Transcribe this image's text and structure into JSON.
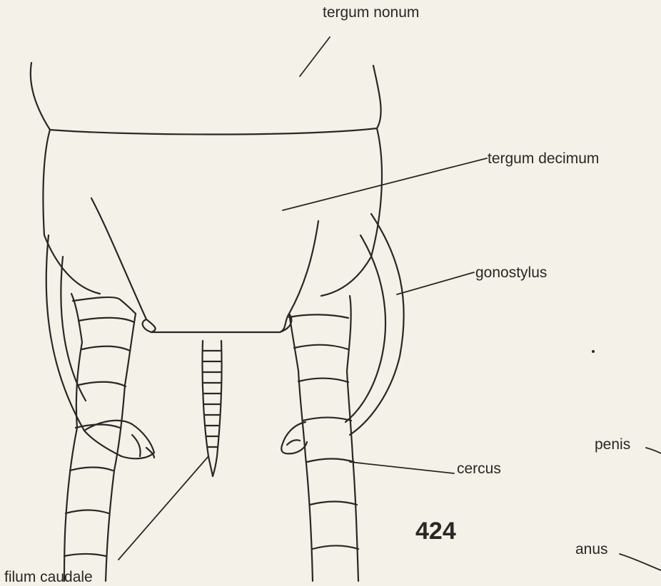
{
  "figure_number": "424",
  "labels": {
    "tergum_nonum": "tergum nonum",
    "tergum_decimum": "tergum decimum",
    "gonostylus": "gonostylus",
    "cercus": "cercus",
    "filum_caudale": "filum caudale",
    "penis": "penis",
    "anus": "anus"
  }
}
